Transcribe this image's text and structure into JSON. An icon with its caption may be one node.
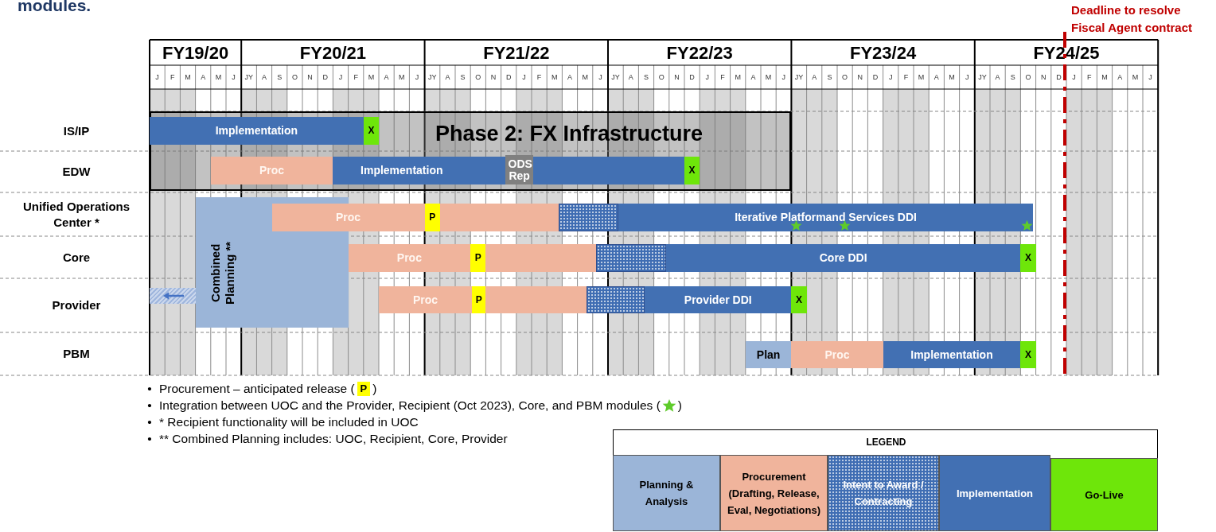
{
  "diagram": {
    "title": "modules.",
    "nodes": [
      {
        "text": [
          "Phase 2: FX Infrastructure"
        ]
      },
      {
        "text": [
          "Implementation"
        ],
        "in": 0
      },
      {
        "text": [
          "X"
        ],
        "in": 0
      },
      {
        "text": [
          "Proc"
        ],
        "in": 0
      },
      {
        "text": [
          "Implementation"
        ],
        "in": 0
      },
      {
        "text": [
          "ODS Rep"
        ],
        "in": 4
      },
      {
        "text": [
          "X"
        ],
        "in": 0
      },
      {
        "text": [
          "Combined Planning **"
        ]
      },
      {
        "text": [
          "Proc"
        ]
      },
      {
        "text": [
          "P"
        ],
        "in": 8
      },
      {
        "text": [],
        "shape": "box"
      },
      {
        "text": [
          "Iterative Platformand Services DDI"
        ]
      },
      {
        "text": [
          "Proc"
        ]
      },
      {
        "text": [
          "P"
        ],
        "in": 12
      },
      {
        "text": [],
        "shape": "box"
      },
      {
        "text": [
          "Core DDI"
        ]
      },
      {
        "text": [
          "X"
        ]
      },
      {
        "text": [],
        "shape": "box"
      },
      {
        "text": [
          "Proc"
        ]
      },
      {
        "text": [
          "P"
        ],
        "in": 18
      },
      {
        "text": [],
        "shape": "box"
      },
      {
        "text": [
          "Provider DDI"
        ]
      },
      {
        "text": [
          "X"
        ]
      },
      {
        "text": [
          "Plan"
        ]
      },
      {
        "text": [
          "Proc"
        ]
      },
      {
        "text": [
          "Implementation"
        ]
      },
      {
        "text": [
          "X"
        ]
      }
    ],
    "labels": [
      "Deadline to resolve Fiscal Agent contract",
      "FY19/20",
      "FY20/21",
      "FY21/22",
      "FY22/23",
      "FY23/24",
      "FY24/25",
      "J",
      "F",
      "M",
      "A",
      "M",
      "J",
      "JY",
      "A",
      "S",
      "O",
      "N",
      "D",
      "J",
      "F",
      "M",
      "A",
      "M",
      "J",
      "JY",
      "A",
      "S",
      "O",
      "N",
      "D",
      "J",
      "F",
      "M",
      "A",
      "M",
      "J",
      "JY",
      "A",
      "S",
      "O",
      "N",
      "D",
      "J",
      "F",
      "M",
      "A",
      "M",
      "J",
      "JY",
      "A",
      "S",
      "O",
      "N",
      "D",
      "J",
      "F",
      "M",
      "A",
      "M",
      "J",
      "JY",
      "A",
      "S",
      "O",
      "N",
      "D",
      "J",
      "F",
      "M",
      "A",
      "M",
      "J",
      "IS/IP",
      "EDW",
      "Unified Operations Center *",
      "Core",
      "Provider",
      "PBM",
      "•",
      "Procurement – anticipated release (",
      "P",
      ")",
      "•",
      "Integration between UOC and the Provider, Recipient (Oct 2023), Core, and PBM modules (",
      ")",
      "•",
      "* Recipient functionality will be included in UOC",
      "•",
      "** Combined Planning includes: UOC, Recipient, Core, Provider",
      "LEGEND"
    ],
    "legend": [
      {
        "text": "Planning & Analysis",
        "color": "#9bb5d8"
      },
      {
        "text": "Procurement (Drafting, Release, Eval, Negotiations)",
        "color": "#f0b49c"
      },
      {
        "text": "Intent to Award / Contracting",
        "color": "#3f6db3"
      },
      {
        "text": "Implementation",
        "color": "#4270b3"
      },
      {
        "text": "Go-Live",
        "color": "#6ee60a"
      }
    ]
  }
}
